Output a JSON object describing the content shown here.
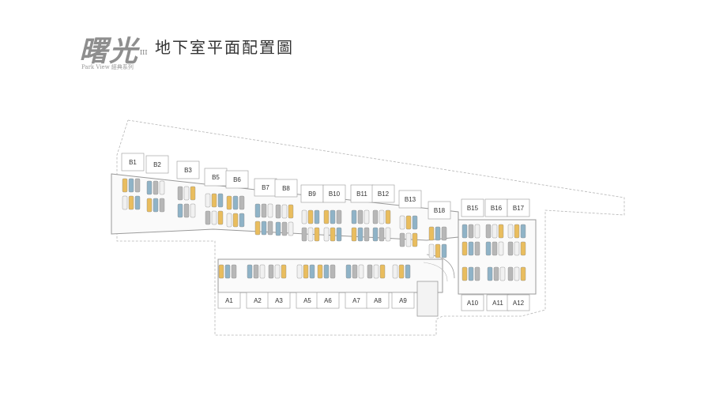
{
  "brand": {
    "name": "曙光",
    "number": "III",
    "series": "Park View 經典系列"
  },
  "title": "地下室平面配置圖",
  "colors": {
    "car_yellow": "#e9bd5e",
    "car_blue": "#8fb3c7",
    "car_gray": "#b7b7b7",
    "car_white": "#f1f1f1",
    "outline": "#9a9a9a",
    "boundary": "#b5b5b5"
  },
  "units_b": [
    "B1",
    "B2",
    "B3",
    "B5",
    "B6",
    "B7",
    "B8",
    "B9",
    "B10",
    "B11",
    "B12",
    "B13",
    "B18",
    "B15",
    "B16",
    "B17"
  ],
  "units_a": [
    "A1",
    "A2",
    "A3",
    "A5",
    "A6",
    "A7",
    "A8",
    "A9",
    "A10",
    "A11",
    "A12"
  ]
}
